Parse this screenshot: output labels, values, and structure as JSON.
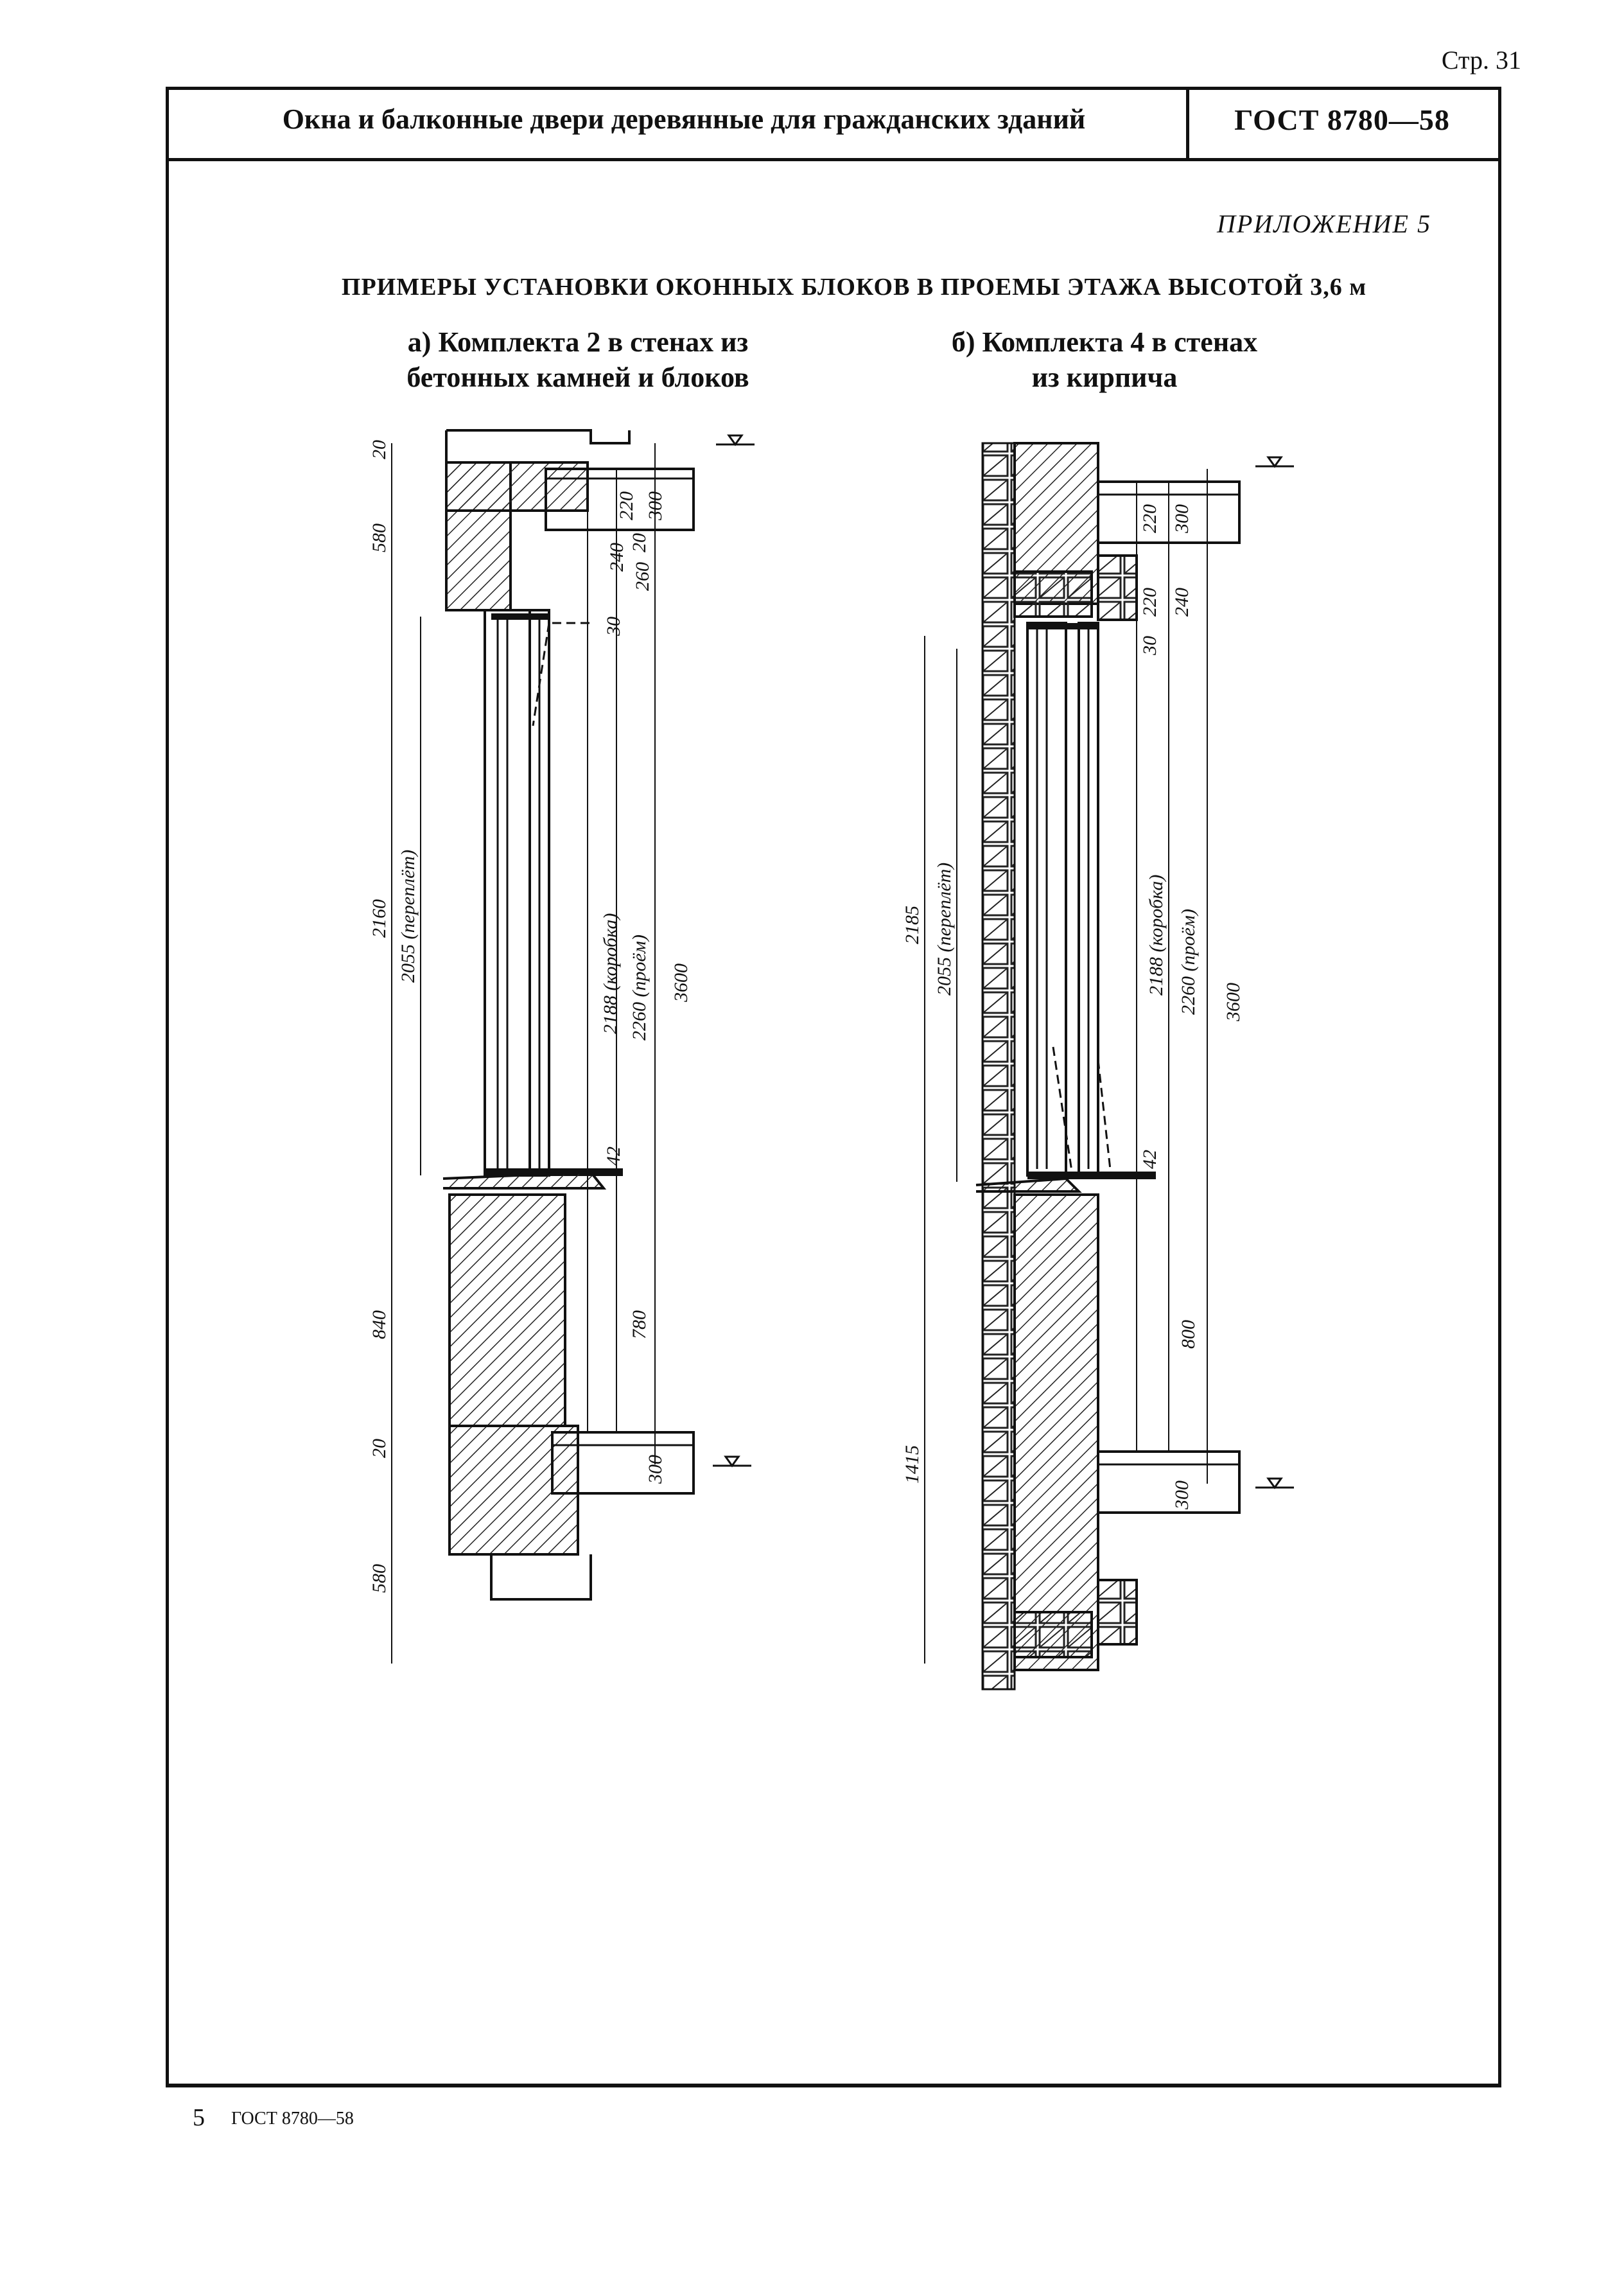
{
  "page_label": "Стр. 31",
  "header": {
    "title": "Окна и балконные двери деревянные для гражданских зданий",
    "code": "ГОСТ 8780—58"
  },
  "appendix_label": "ПРИЛОЖЕНИЕ 5",
  "main_title": "ПРИМЕРЫ УСТАНОВКИ ОКОННЫХ БЛОКОВ В ПРОЕМЫ ЭТАЖА ВЫСОТОЙ 3,6 м",
  "subtitle_a": {
    "line1": "а) Комплекта 2 в стенах из",
    "line2": "бетонных камней и блоков"
  },
  "subtitle_b": {
    "line1": "б) Комплекта 4 в стенах",
    "line2": "из кирпича"
  },
  "drawing_a": {
    "dimensions": {
      "d20_top": "20",
      "d580_top": "580",
      "d2160": "2160",
      "d2055": "2055 (переплёт)",
      "d220": "220",
      "d300_top": "300",
      "d240": "240",
      "d20_mid": "20",
      "d260": "260",
      "d30": "30",
      "d2188": "2188 (коробка)",
      "d2260": "2260 (проём)",
      "d3600": "3600",
      "d42": "42",
      "d840": "840",
      "d780": "780",
      "d20_bot": "20",
      "d300_bot": "300",
      "d580_bot": "580"
    }
  },
  "drawing_b": {
    "dimensions": {
      "d220a": "220",
      "d300_top": "300",
      "d220b": "220",
      "d240": "240",
      "d30": "30",
      "d2185": "2185",
      "d2055": "2055 (переплёт)",
      "d2188": "2188 (коробка)",
      "d2260": "2260 (проём)",
      "d3600": "3600",
      "d42": "42",
      "d800": "800",
      "d1415": "1415",
      "d300_bot": "300"
    }
  },
  "footer": {
    "number": "5",
    "code": "ГОСТ 8780—58"
  }
}
